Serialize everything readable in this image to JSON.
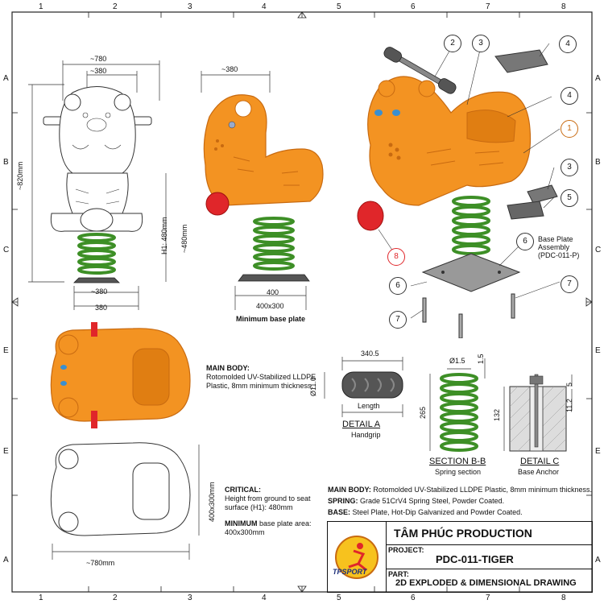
{
  "grid": {
    "cols": [
      "1",
      "2",
      "3",
      "4",
      "5",
      "6",
      "7",
      "8"
    ],
    "rows": [
      "A",
      "B",
      "C",
      "E",
      "E",
      "A"
    ]
  },
  "dims": {
    "front_width_outer": "~780",
    "front_width_inner": "~380",
    "front_height": "~820mm",
    "front_h1": "H1: 480mm",
    "front_h1b": "~480mm",
    "front_base_inner": "~380",
    "front_base": "380",
    "side_width": "~380",
    "side_base": "400",
    "side_base_area": "400x300",
    "side_min_base": "Minimum base plate",
    "top_depth": "400x300mm",
    "top_width": "~780mm",
    "grip_length": "340.5",
    "grip_dia": "Ø11.0",
    "grip_len_label": "Length",
    "spring_wire": "Ø1.5",
    "spring_top": "1.5",
    "spring_height": "265",
    "anchor_top": "5",
    "anchor_mid": "11.2",
    "anchor_depth": "132"
  },
  "callouts": [
    "1",
    "2",
    "3",
    "4",
    "5",
    "6",
    "7",
    "8"
  ],
  "callout_base_plate": "Base Plate Assembly (PDC-011-P)",
  "details": {
    "a_title": "DETAIL A",
    "a_sub": "Handgrip",
    "b_title": "SECTION B-B",
    "b_sub": "Spring section",
    "c_title": "DETAIL C",
    "c_sub": "Base Anchor"
  },
  "notes": {
    "main_body_head": "MAIN BODY:",
    "main_body_text": "Rotomolded UV-Stabilized LLDPE Plastic, 8mm minimum thickness.",
    "critical_head": "CRITICAL:",
    "critical_text": "Height from ground to seat surface (H1): 480mm",
    "minimum_head": "MINIMUM",
    "minimum_text": "base plate area: 400x300mm"
  },
  "specs": {
    "main_body_head": "MAIN BODY:",
    "main_body_text": "Rotomolded UV-Stabilized LLDPE Plastic, 8mm minimum thickness.",
    "spring_head": "SPRING:",
    "spring_text": "Grade 51CrV4 Spring Steel, Powder Coated.",
    "base_head": "BASE:",
    "base_text": "Steel Plate, Hot-Dip Galvanized and Powder Coated."
  },
  "title_block": {
    "company": "TÂM PHÚC PRODUCTION",
    "project_label": "PROJECT:",
    "project_value": "PDC-011-TIGER",
    "part_label": "PART:",
    "part_value": "2D EXPLODED & DIMENSIONAL DRAWING",
    "logo_text": "TPSPORT"
  },
  "colors": {
    "orange": "#F39322",
    "orange_dark": "#C86A10",
    "green": "#5FB33A",
    "red": "#E0262A",
    "gray": "#8A8A8A",
    "line": "#333333"
  }
}
